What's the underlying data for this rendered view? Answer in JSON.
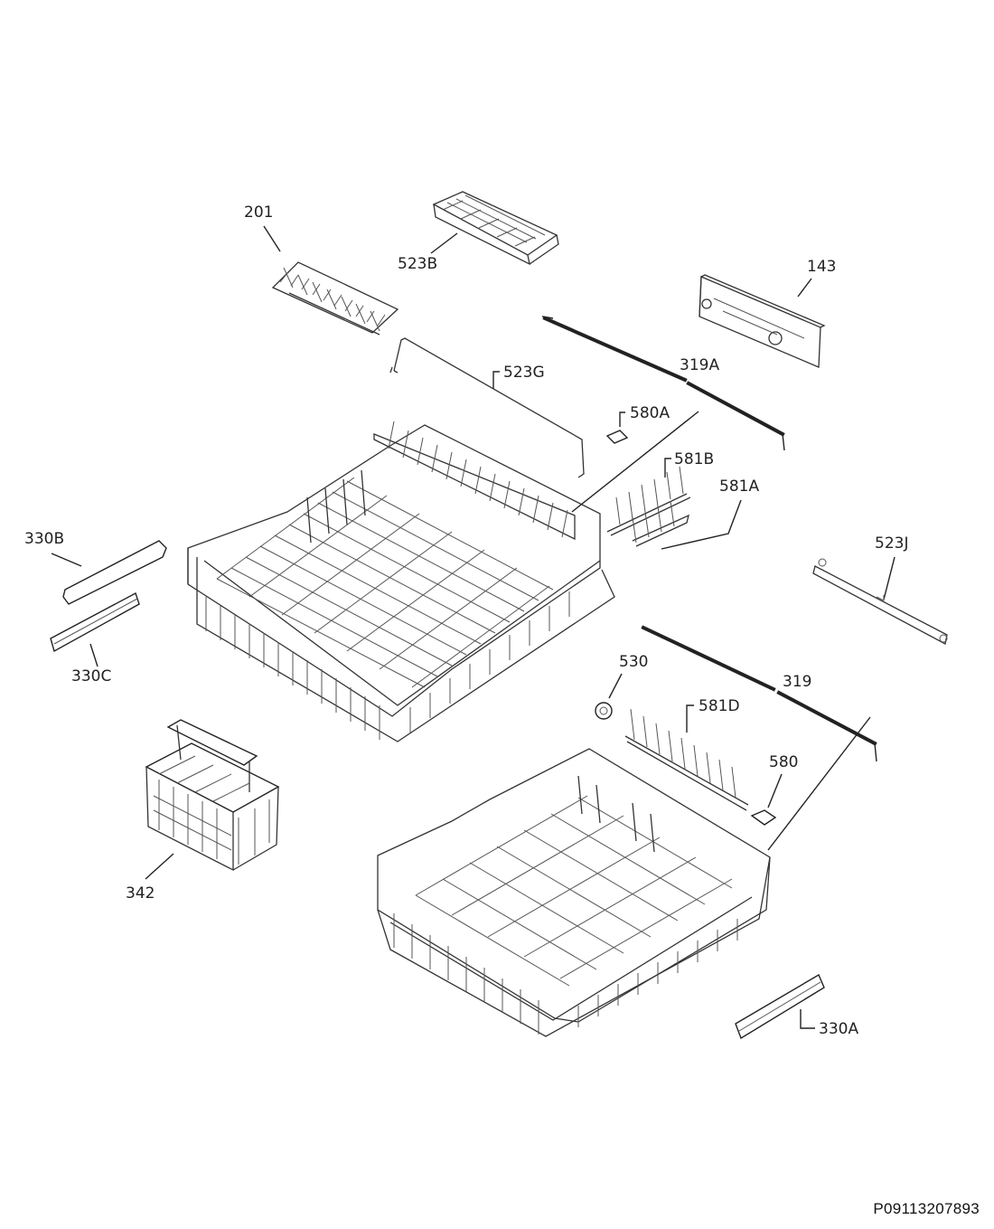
{
  "parts": [
    {
      "id": "201",
      "label": "201"
    },
    {
      "id": "523B",
      "label": "523B"
    },
    {
      "id": "143",
      "label": "143"
    },
    {
      "id": "523G",
      "label": "523G"
    },
    {
      "id": "319A",
      "label": "319A"
    },
    {
      "id": "580A",
      "label": "580A"
    },
    {
      "id": "581B",
      "label": "581B"
    },
    {
      "id": "581A",
      "label": "581A"
    },
    {
      "id": "330B",
      "label": "330B"
    },
    {
      "id": "330C",
      "label": "330C"
    },
    {
      "id": "523J",
      "label": "523J"
    },
    {
      "id": "530",
      "label": "530"
    },
    {
      "id": "319",
      "label": "319"
    },
    {
      "id": "581D",
      "label": "581D"
    },
    {
      "id": "580",
      "label": "580"
    },
    {
      "id": "342",
      "label": "342"
    },
    {
      "id": "330A",
      "label": "330A"
    }
  ],
  "document_code": "P09113207893"
}
